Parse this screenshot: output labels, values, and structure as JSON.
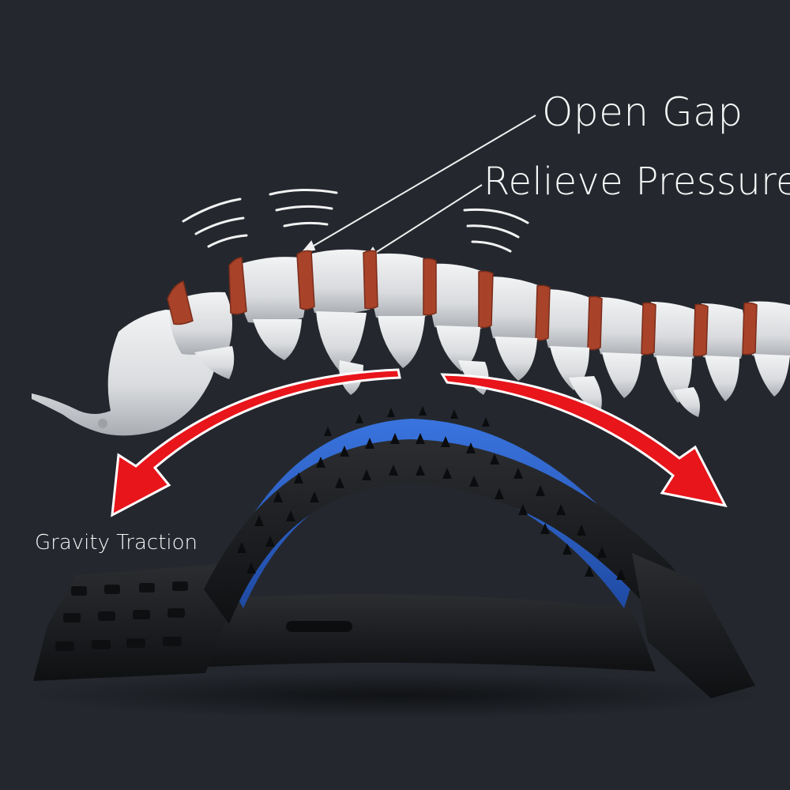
{
  "labels": {
    "open_gap": "Open Gap",
    "relieve_pressure": "Relieve Pressure",
    "gravity_traction": "Gravity Traction"
  },
  "colors": {
    "background": "#24282e",
    "bone": "#e4e6e8",
    "disc": "#a8432a",
    "arrow": "#e8151b",
    "stretcher_black": "#1a1b1e",
    "stretcher_blue": "#2f62c8",
    "text": "#f7f7f7"
  }
}
